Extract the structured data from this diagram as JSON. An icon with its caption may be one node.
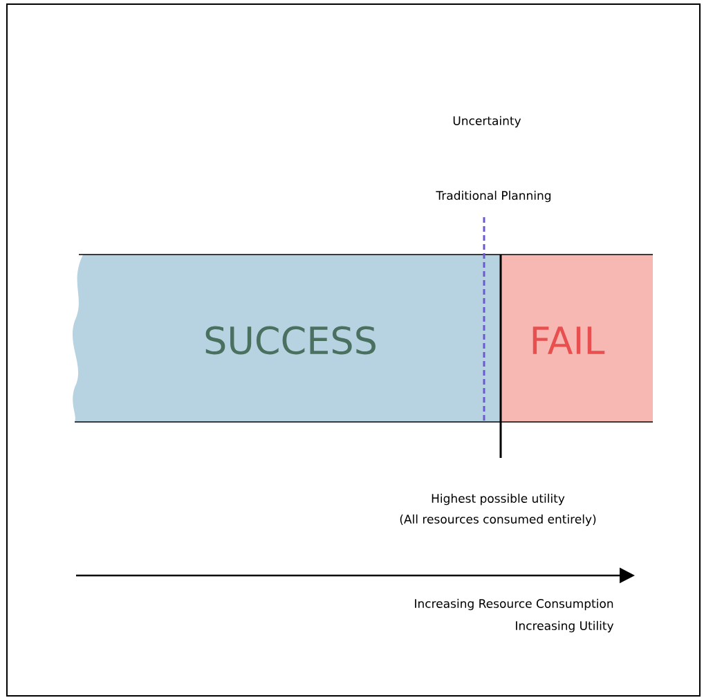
{
  "diagram": {
    "nodes": [
      {
        "text": [
          "SUCCESS"
        ]
      },
      {
        "text": [
          "FAIL"
        ]
      }
    ],
    "labels": [
      "Uncertainty",
      "Traditional Planning",
      "Highest possible utility",
      "(All resources consumed entirely)",
      "Increasing Resource Consumption",
      "Increasing Utility"
    ]
  }
}
